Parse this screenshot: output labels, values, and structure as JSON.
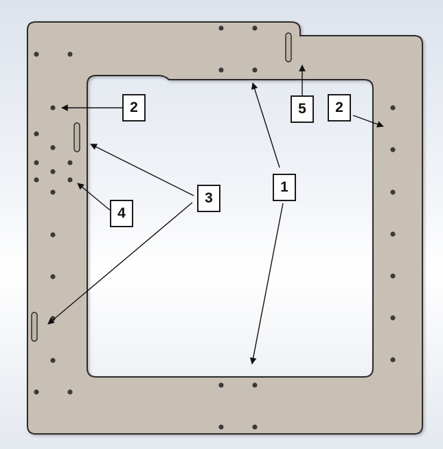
{
  "figure": {
    "plate_color": "#c9c0b5",
    "outline_color": "#2b2b2b",
    "hole_color": "#3a3a3a",
    "leader_color": "#111111",
    "callouts": [
      {
        "id": "callout-1",
        "label": "1"
      },
      {
        "id": "callout-2a",
        "label": "2"
      },
      {
        "id": "callout-2b",
        "label": "2"
      },
      {
        "id": "callout-3",
        "label": "3"
      },
      {
        "id": "callout-4",
        "label": "4"
      },
      {
        "id": "callout-5",
        "label": "5"
      }
    ]
  }
}
